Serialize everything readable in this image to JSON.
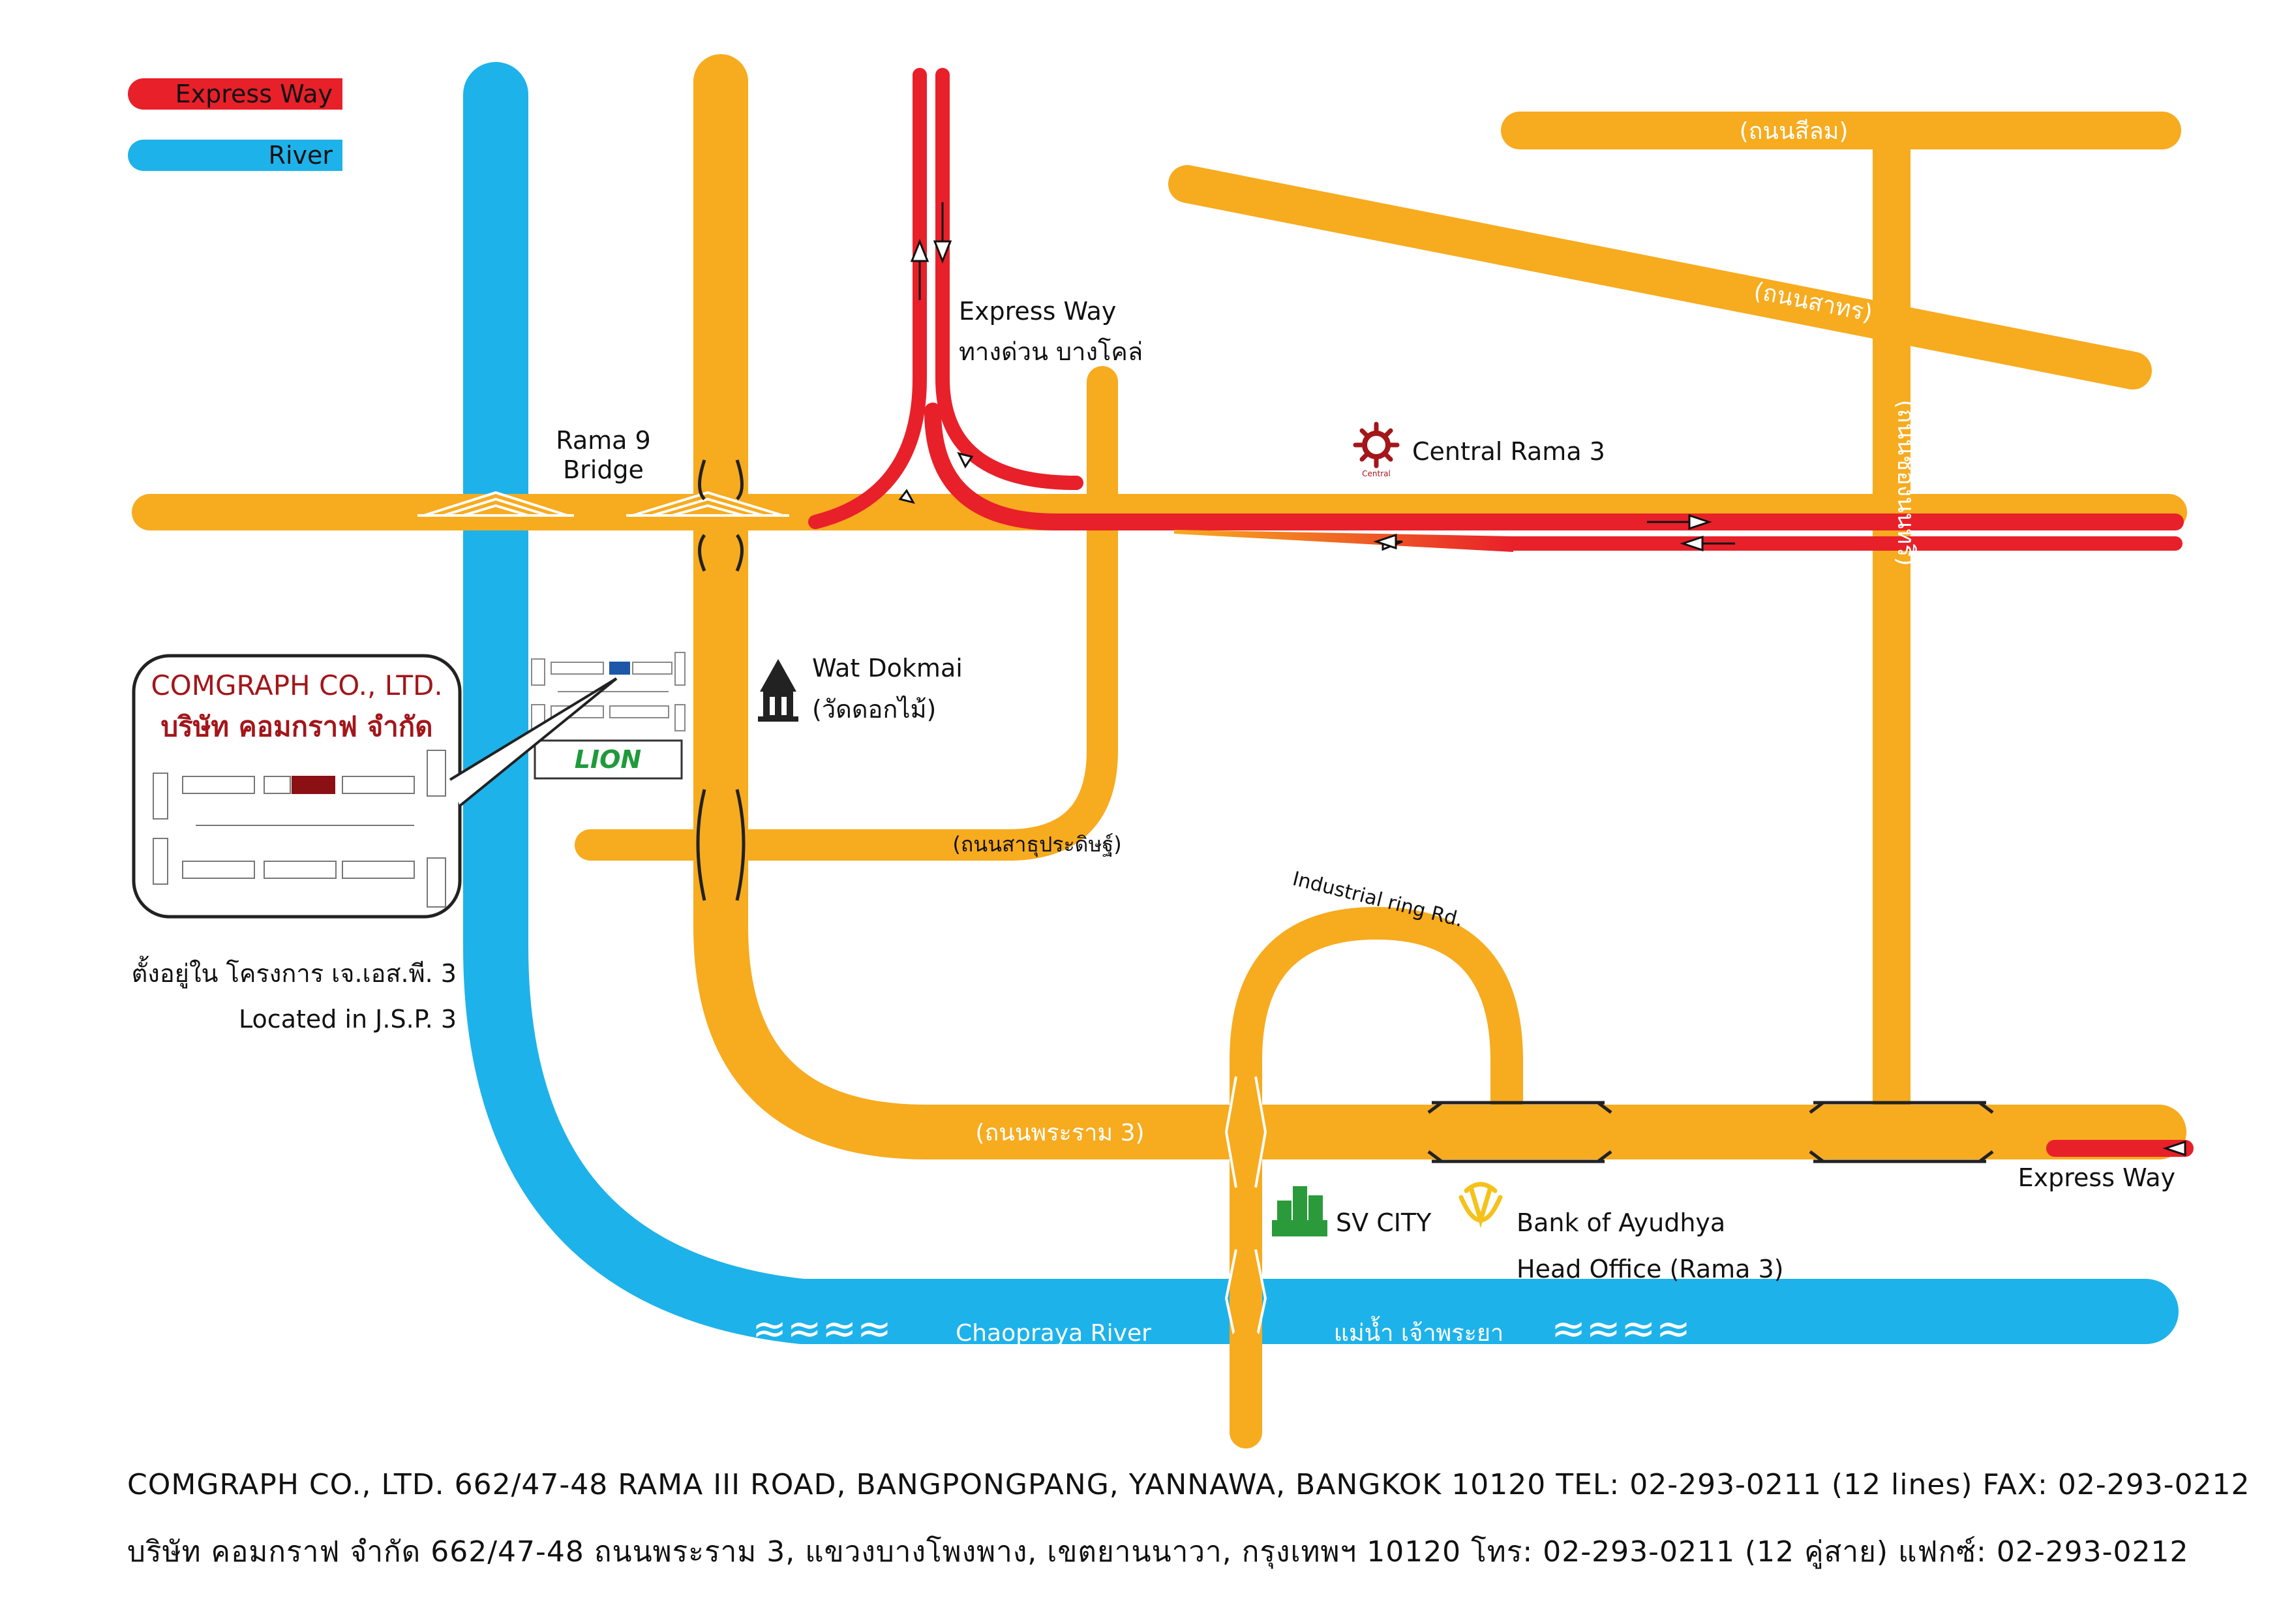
{
  "legend": {
    "express_way": "Express Way",
    "river": "River"
  },
  "colors": {
    "road": "#f7ab1f",
    "expressway": "#e8202a",
    "river": "#1eb2ea",
    "company_text": "#a3161a",
    "lion_green": "#1f9a3b",
    "central_red": "#a3161a"
  },
  "roads": {
    "silom": "(ถนนสีลม)",
    "sathorn": "(ถนนสาทร)",
    "nonsi": "(ถนนช่องนนทรี)",
    "sathupradit": "(ถนนสาธุประดิษฐ์)",
    "rama3": "(ถนนพระราม 3)",
    "industrial_ring": "Industrial ring Rd."
  },
  "expressway": {
    "north_label_en": "Express Way",
    "north_label_th": "ทางด่วน บางโคล่",
    "southeast_label": "Express Way"
  },
  "landmarks": {
    "rama9_bridge_line1": "Rama 9",
    "rama9_bridge_line2": "Bridge",
    "central": "Central Rama 3",
    "central_logo_text": "Central",
    "wat_dokmai_en": "Wat Dokmai",
    "wat_dokmai_th": "(วัดดอกไม้)",
    "lion": "LION",
    "sv_city": "SV CITY",
    "bank_line1": "Bank of Ayudhya",
    "bank_line2": "Head Office (Rama 3)"
  },
  "river": {
    "name_en": "Chaopraya River",
    "name_th": "แม่น้ำ เจ้าพระยา",
    "wave_glyph": "≈≈≈≈"
  },
  "callout": {
    "company_en": "COMGRAPH CO., LTD.",
    "company_th": "บริษัท คอมกราฟ จำกัด",
    "located_th": "ตั้งอยู่ใน โครงการ เจ.เอส.พี. 3",
    "located_en": "Located in J.S.P. 3"
  },
  "footer": {
    "address_en": "COMGRAPH CO., LTD.  662/47-48 RAMA III ROAD, BANGPONGPANG, YANNAWA, BANGKOK 10120 TEL: 02-293-0211 (12 lines)  FAX: 02-293-0212",
    "address_th": "บริษัท คอมกราฟ จำกัด  662/47-48 ถนนพระราม 3, แขวงบางโพงพาง, เขตยานนาวา, กรุงเทพฯ 10120 โทร: 02-293-0211 (12 คู่สาย)  แฟกซ์: 02-293-0212"
  }
}
